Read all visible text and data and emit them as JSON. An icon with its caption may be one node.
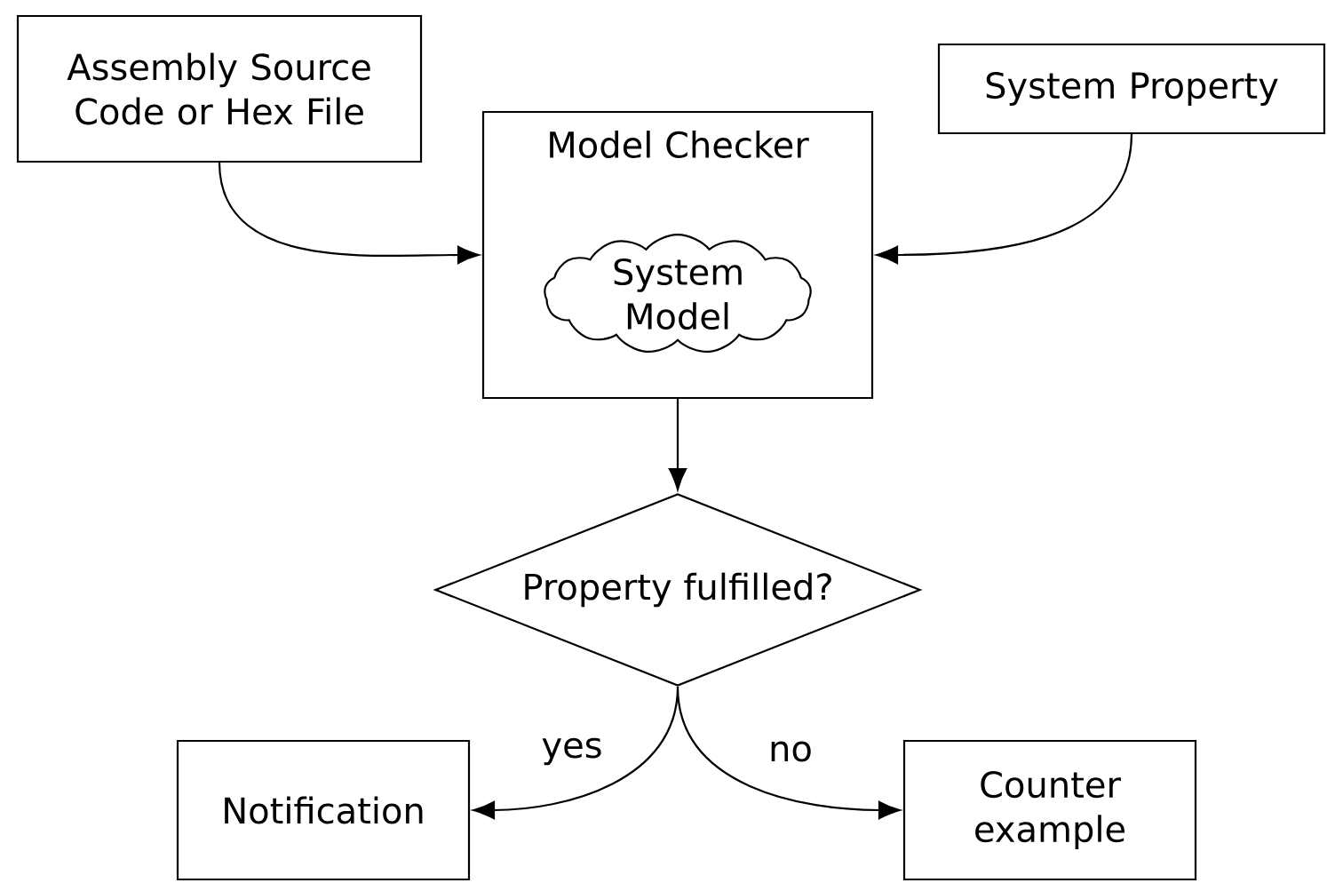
{
  "diagram": {
    "nodes": [
      {
        "text": [
          "Assembly Source Code or Hex File"
        ]
      },
      {
        "text": [
          "System Property"
        ]
      },
      {
        "text": [
          "Model Checker"
        ]
      },
      {
        "text": [
          "System Model"
        ],
        "in": 2
      },
      {
        "text": [
          "Property fulfilled?"
        ]
      },
      {
        "text": [
          "Notification"
        ]
      },
      {
        "text": [
          "Counter example"
        ]
      }
    ],
    "edges": [
      {
        "from": 0,
        "to": 2,
        "arrow": "to"
      },
      {
        "from": 1,
        "to": 2,
        "arrow": "to"
      },
      {
        "from": 2,
        "to": 4,
        "arrow": "to"
      },
      {
        "from": 4,
        "to": 5,
        "label": "yes",
        "arrow": "to"
      },
      {
        "from": 4,
        "to": 6,
        "label": "no",
        "arrow": "to"
      }
    ]
  }
}
